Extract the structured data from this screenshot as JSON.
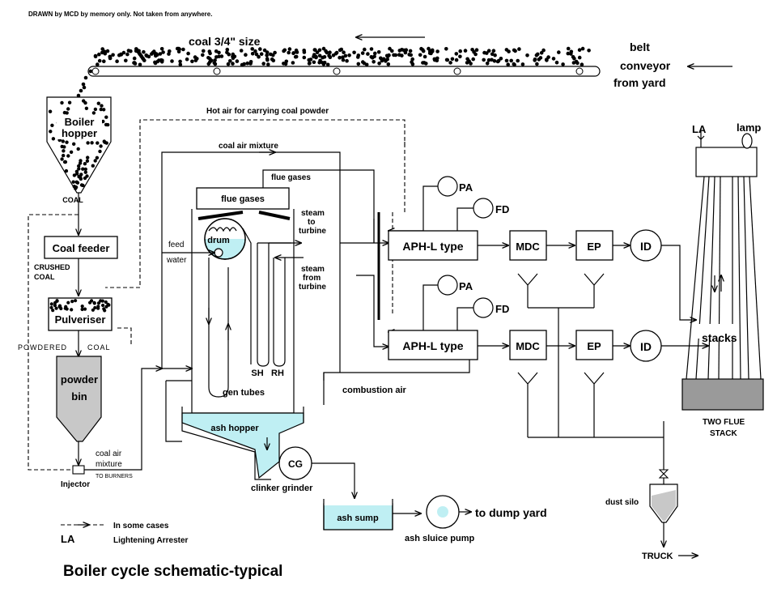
{
  "header_note": "DRAWN by MCD by memory only. Not taken from anywhere.",
  "conveyor": {
    "coal_size": "coal 3/4\" size",
    "label_lines": [
      "belt",
      "conveyor",
      "from yard"
    ]
  },
  "hopper": {
    "lines": [
      "Boiler",
      "hopper"
    ],
    "coal_label": "COAL"
  },
  "hot_air_label": "Hot air for carrying coal powder",
  "coal_air_mixture_top": "coal air mixture",
  "flue_gases_upper": "flue gases",
  "flue_gases_box": "flue gases",
  "coal_feeder": "Coal feeder",
  "crushed_coal": [
    "CRUSHED",
    "COAL"
  ],
  "pulveriser": "Pulveriser",
  "powdered_coal": [
    "POWDERED",
    "COAL"
  ],
  "powder_bin": [
    "powder",
    "bin"
  ],
  "coal_air_mixture_bottom": [
    "coal air",
    "mixture"
  ],
  "to_burners": "TO BURNERS",
  "injector": "Injector",
  "feed_water": [
    "feed",
    "water"
  ],
  "drum": "drum",
  "steam_to_turbine": [
    "steam",
    "to",
    "turbine"
  ],
  "steam_from_turbine": [
    "steam",
    "from",
    "turbine"
  ],
  "sh": "SH",
  "rh": "RH",
  "gen_tubes": "gen tubes",
  "ash_hopper": "ash hopper",
  "combustion_air": "combustion air",
  "cg": "CG",
  "clinker_grinder": "clinker grinder",
  "ash_sump": "ash sump",
  "ash_sluice_pump": "ash sluice pump",
  "to_dump_yard": "to dump yard",
  "pa": "PA",
  "fd": "FD",
  "aph": "APH-L type",
  "mdc": "MDC",
  "ep": "EP",
  "id": "ID",
  "la": "LA",
  "lamp": "lamp",
  "stacks": "stacks",
  "two_flue_stack": [
    "TWO FLUE",
    "STACK"
  ],
  "dust_silo": "dust silo",
  "truck": "TRUCK",
  "legend": {
    "dashed_label": "In some cases",
    "la_key": "LA",
    "la_label": "Lightening Arrester"
  },
  "title": "Boiler cycle schematic-typical",
  "colors": {
    "water": "#bfeff3",
    "solid": "#c8c8c8",
    "stack_base": "#9a9a9a"
  }
}
